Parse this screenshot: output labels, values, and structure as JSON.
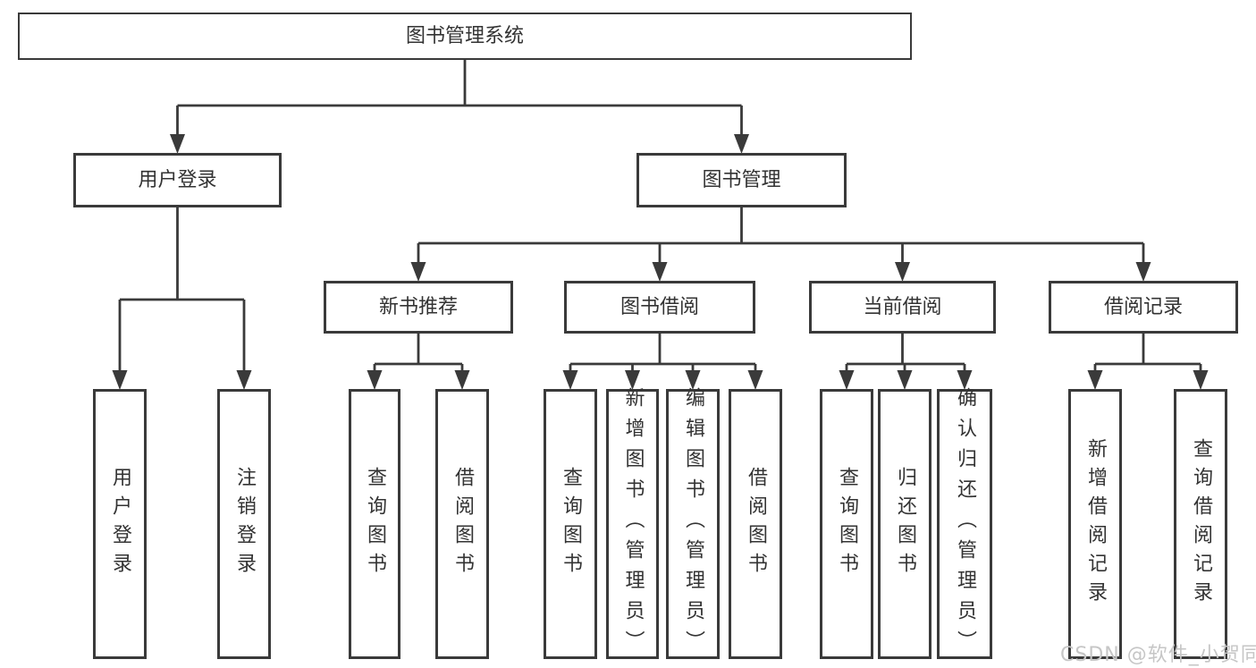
{
  "colors": {
    "line": "#3a3a3a",
    "box_border": "#3a3a3a",
    "text": "#333333",
    "watermark": "#c6c6c6",
    "background": "#ffffff"
  },
  "watermark": "CSDN @软件_小贺同学",
  "tree": {
    "label": "图书管理系统",
    "children": [
      {
        "label": "用户登录",
        "children": [
          {
            "label": "用户登录"
          },
          {
            "label": "注销登录"
          }
        ]
      },
      {
        "label": "图书管理",
        "children": [
          {
            "label": "新书推荐",
            "children": [
              {
                "label": "查询图书"
              },
              {
                "label": "借阅图书"
              }
            ]
          },
          {
            "label": "图书借阅",
            "children": [
              {
                "label": "查询图书"
              },
              {
                "label": "新增图书（管理员）"
              },
              {
                "label": "编辑图书（管理员）"
              },
              {
                "label": "借阅图书"
              }
            ]
          },
          {
            "label": "当前借阅",
            "children": [
              {
                "label": "查询图书"
              },
              {
                "label": "归还图书"
              },
              {
                "label": "确认归还（管理员）"
              }
            ]
          },
          {
            "label": "借阅记录",
            "children": [
              {
                "label": "新增借阅记录"
              },
              {
                "label": "查询借阅记录"
              }
            ]
          }
        ]
      }
    ]
  }
}
